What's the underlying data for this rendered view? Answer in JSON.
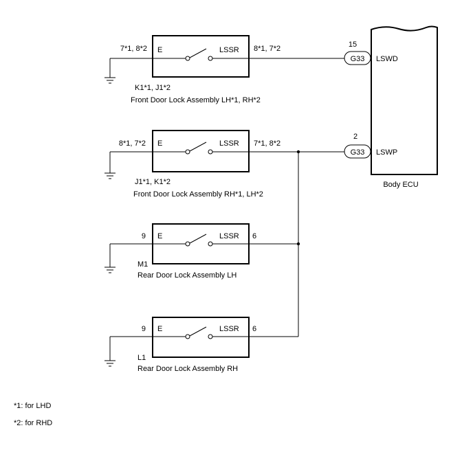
{
  "switches": [
    {
      "pin_left": "7*1, 8*2",
      "pin_right": "8*1, 7*2",
      "terminal_left": "E",
      "terminal_right": "LSSR",
      "connector": "K1*1, J1*2",
      "name": "Front Door Lock Assembly LH*1, RH*2"
    },
    {
      "pin_left": "8*1, 7*2",
      "pin_right": "7*1, 8*2",
      "terminal_left": "E",
      "terminal_right": "LSSR",
      "connector": "J1*1, K1*2",
      "name": "Front Door Lock Assembly RH*1, LH*2"
    },
    {
      "pin_left": "9",
      "pin_right": "6",
      "terminal_left": "E",
      "terminal_right": "LSSR",
      "connector": "M1",
      "name": "Rear Door Lock Assembly LH"
    },
    {
      "pin_left": "9",
      "pin_right": "6",
      "terminal_left": "E",
      "terminal_right": "LSSR",
      "connector": "L1",
      "name": "Rear Door Lock Assembly RH"
    }
  ],
  "ecu": {
    "name": "Body ECU",
    "inputs": [
      {
        "pin": "15",
        "connector": "G33",
        "terminal": "LSWD"
      },
      {
        "pin": "2",
        "connector": "G33",
        "terminal": "LSWP"
      }
    ]
  },
  "notes": [
    "*1: for LHD",
    "*2: for RHD"
  ]
}
